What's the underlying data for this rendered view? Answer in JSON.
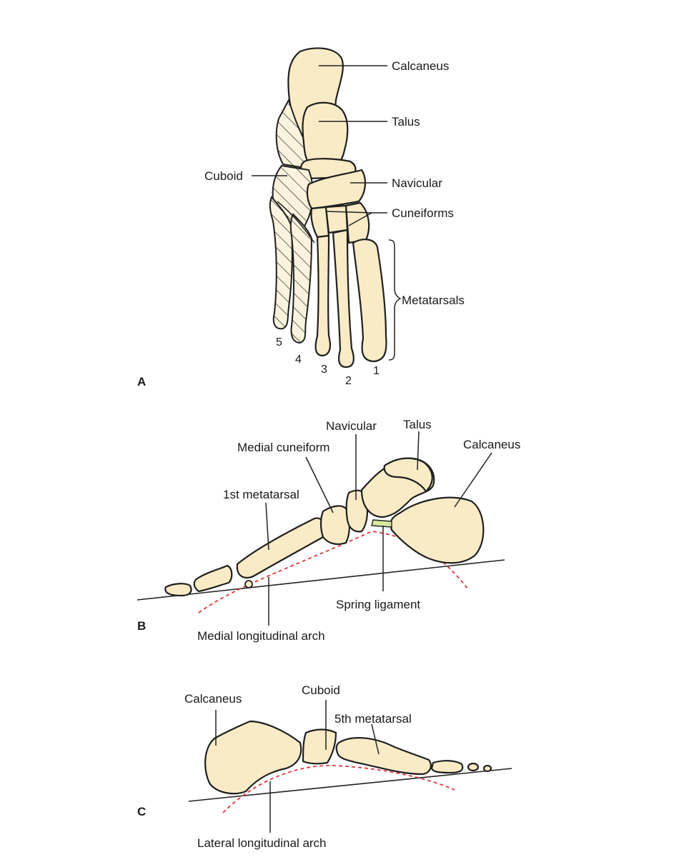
{
  "panels": [
    {
      "letter": "A",
      "labels": {
        "calcaneus": "Calcaneus",
        "talus": "Talus",
        "cuboid": "Cuboid",
        "navicular": "Navicular",
        "cuneiforms": "Cuneiforms",
        "metatarsals": "Metatarsals"
      },
      "metatarsal_numbers": [
        "5",
        "4",
        "3",
        "2",
        "1"
      ]
    },
    {
      "letter": "B",
      "labels": {
        "navicular": "Navicular",
        "talus": "Talus",
        "calcaneus": "Calcaneus",
        "medial_cuneiform": "Medial cuneiform",
        "first_metatarsal": "1st metatarsal",
        "spring_ligament": "Spring ligament",
        "medial_arch": "Medial longitudinal arch"
      }
    },
    {
      "letter": "C",
      "labels": {
        "calcaneus": "Calcaneus",
        "cuboid": "Cuboid",
        "fifth_metatarsal": "5th metatarsal",
        "lateral_arch": "Lateral longitudinal arch"
      }
    }
  ],
  "colors": {
    "bone_fill": "#f8ebc6",
    "outline": "#1f1f1f",
    "arch_line": "#e0363c",
    "ligament": "#d6e8a0"
  }
}
